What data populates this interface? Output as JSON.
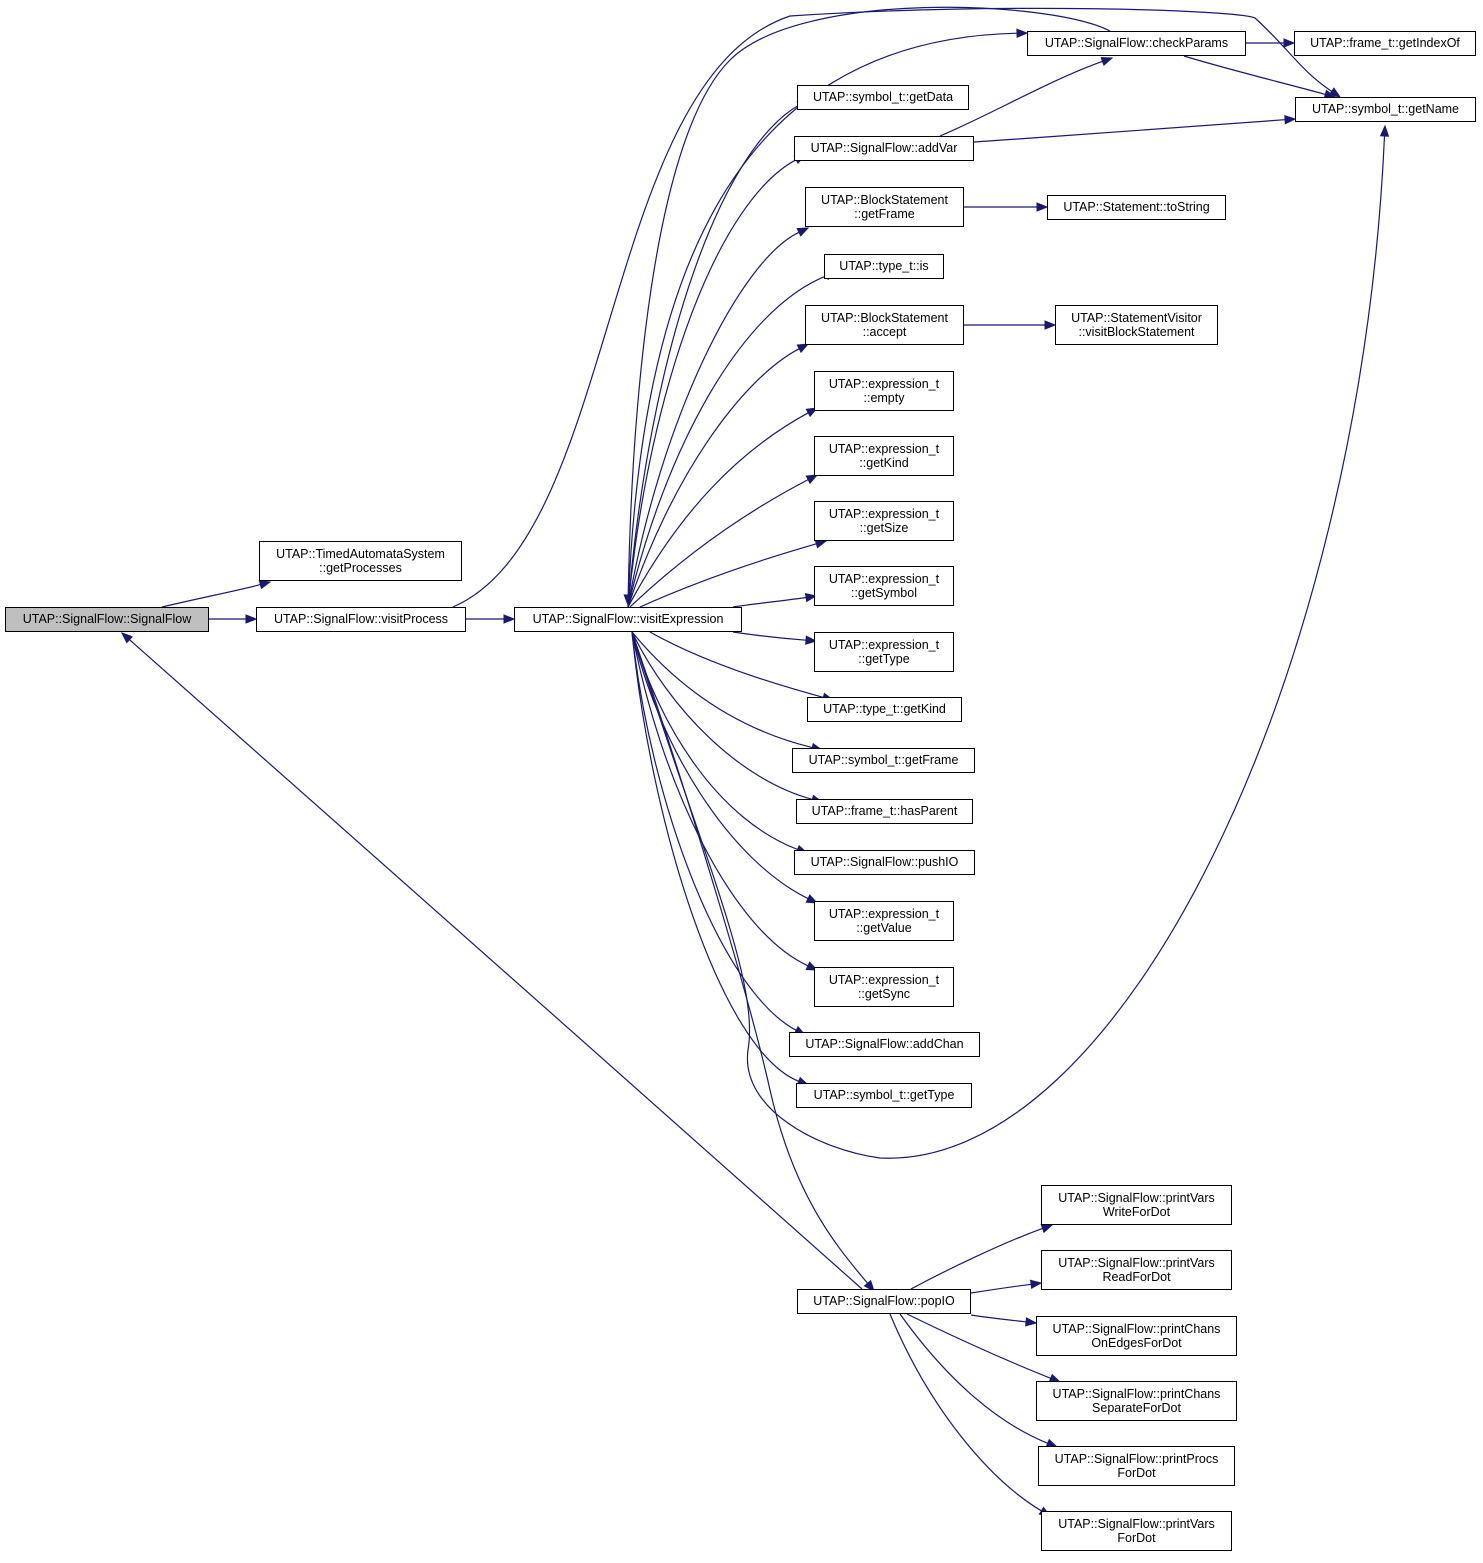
{
  "colors": {
    "edge": "#191970",
    "node_border": "#000000",
    "root_fill": "#bfbfbf",
    "node_fill": "#ffffff"
  },
  "nodes": {
    "signalflow_ctor": [
      "UTAP::SignalFlow::SignalFlow"
    ],
    "get_processes": [
      "UTAP::TimedAutomataSystem",
      "::getProcesses"
    ],
    "visit_process": [
      "UTAP::SignalFlow::visitProcess"
    ],
    "visit_expression": [
      "UTAP::SignalFlow::visitExpression"
    ],
    "check_params": [
      "UTAP::SignalFlow::checkParams"
    ],
    "frame_get_index_of": [
      "UTAP::frame_t::getIndexOf"
    ],
    "symbol_get_name": [
      "UTAP::symbol_t::getName"
    ],
    "symbol_get_data": [
      "UTAP::symbol_t::getData"
    ],
    "add_var": [
      "UTAP::SignalFlow::addVar"
    ],
    "block_get_frame": [
      "UTAP::BlockStatement",
      "::getFrame"
    ],
    "statement_to_string": [
      "UTAP::Statement::toString"
    ],
    "type_is": [
      "UTAP::type_t::is"
    ],
    "block_accept": [
      "UTAP::BlockStatement",
      "::accept"
    ],
    "visit_block_statement": [
      "UTAP::StatementVisitor",
      "::visitBlockStatement"
    ],
    "expr_empty": [
      "UTAP::expression_t",
      "::empty"
    ],
    "expr_get_kind": [
      "UTAP::expression_t",
      "::getKind"
    ],
    "expr_get_size": [
      "UTAP::expression_t",
      "::getSize"
    ],
    "expr_get_symbol": [
      "UTAP::expression_t",
      "::getSymbol"
    ],
    "expr_get_type": [
      "UTAP::expression_t",
      "::getType"
    ],
    "type_get_kind": [
      "UTAP::type_t::getKind"
    ],
    "symbol_get_frame": [
      "UTAP::symbol_t::getFrame"
    ],
    "frame_has_parent": [
      "UTAP::frame_t::hasParent"
    ],
    "push_io": [
      "UTAP::SignalFlow::pushIO"
    ],
    "expr_get_value": [
      "UTAP::expression_t",
      "::getValue"
    ],
    "expr_get_sync": [
      "UTAP::expression_t",
      "::getSync"
    ],
    "add_chan": [
      "UTAP::SignalFlow::addChan"
    ],
    "symbol_get_type": [
      "UTAP::symbol_t::getType"
    ],
    "pop_io": [
      "UTAP::SignalFlow::popIO"
    ],
    "print_vars_write": [
      "UTAP::SignalFlow::printVars",
      "WriteForDot"
    ],
    "print_vars_read": [
      "UTAP::SignalFlow::printVars",
      "ReadForDot"
    ],
    "print_chans_edges": [
      "UTAP::SignalFlow::printChans",
      "OnEdgesForDot"
    ],
    "print_chans_separate": [
      "UTAP::SignalFlow::printChans",
      "SeparateForDot"
    ],
    "print_procs": [
      "UTAP::SignalFlow::printProcs",
      "ForDot"
    ],
    "print_vars": [
      "UTAP::SignalFlow::printVars",
      "ForDot"
    ]
  },
  "edges": [
    [
      "signalflow_ctor",
      "get_processes"
    ],
    [
      "signalflow_ctor",
      "visit_process"
    ],
    [
      "visit_process",
      "visit_expression"
    ],
    [
      "visit_process",
      "symbol_get_name"
    ],
    [
      "visit_expression",
      "check_params"
    ],
    [
      "visit_expression",
      "symbol_get_data"
    ],
    [
      "visit_expression",
      "add_var"
    ],
    [
      "visit_expression",
      "block_get_frame"
    ],
    [
      "visit_expression",
      "type_is"
    ],
    [
      "visit_expression",
      "block_accept"
    ],
    [
      "visit_expression",
      "expr_empty"
    ],
    [
      "visit_expression",
      "expr_get_kind"
    ],
    [
      "visit_expression",
      "expr_get_size"
    ],
    [
      "visit_expression",
      "expr_get_symbol"
    ],
    [
      "visit_expression",
      "expr_get_type"
    ],
    [
      "visit_expression",
      "type_get_kind"
    ],
    [
      "visit_expression",
      "symbol_get_frame"
    ],
    [
      "visit_expression",
      "frame_has_parent"
    ],
    [
      "visit_expression",
      "push_io"
    ],
    [
      "visit_expression",
      "expr_get_value"
    ],
    [
      "visit_expression",
      "expr_get_sync"
    ],
    [
      "visit_expression",
      "add_chan"
    ],
    [
      "visit_expression",
      "symbol_get_type"
    ],
    [
      "visit_expression",
      "pop_io"
    ],
    [
      "visit_expression",
      "symbol_get_name"
    ],
    [
      "check_params",
      "frame_get_index_of"
    ],
    [
      "check_params",
      "symbol_get_name"
    ],
    [
      "check_params",
      "visit_expression"
    ],
    [
      "add_var",
      "check_params"
    ],
    [
      "add_var",
      "symbol_get_name"
    ],
    [
      "block_get_frame",
      "statement_to_string"
    ],
    [
      "block_accept",
      "visit_block_statement"
    ],
    [
      "pop_io",
      "signalflow_ctor"
    ],
    [
      "pop_io",
      "print_vars_write"
    ],
    [
      "pop_io",
      "print_vars_read"
    ],
    [
      "pop_io",
      "print_chans_edges"
    ],
    [
      "pop_io",
      "print_chans_separate"
    ],
    [
      "pop_io",
      "print_procs"
    ],
    [
      "pop_io",
      "print_vars"
    ]
  ]
}
